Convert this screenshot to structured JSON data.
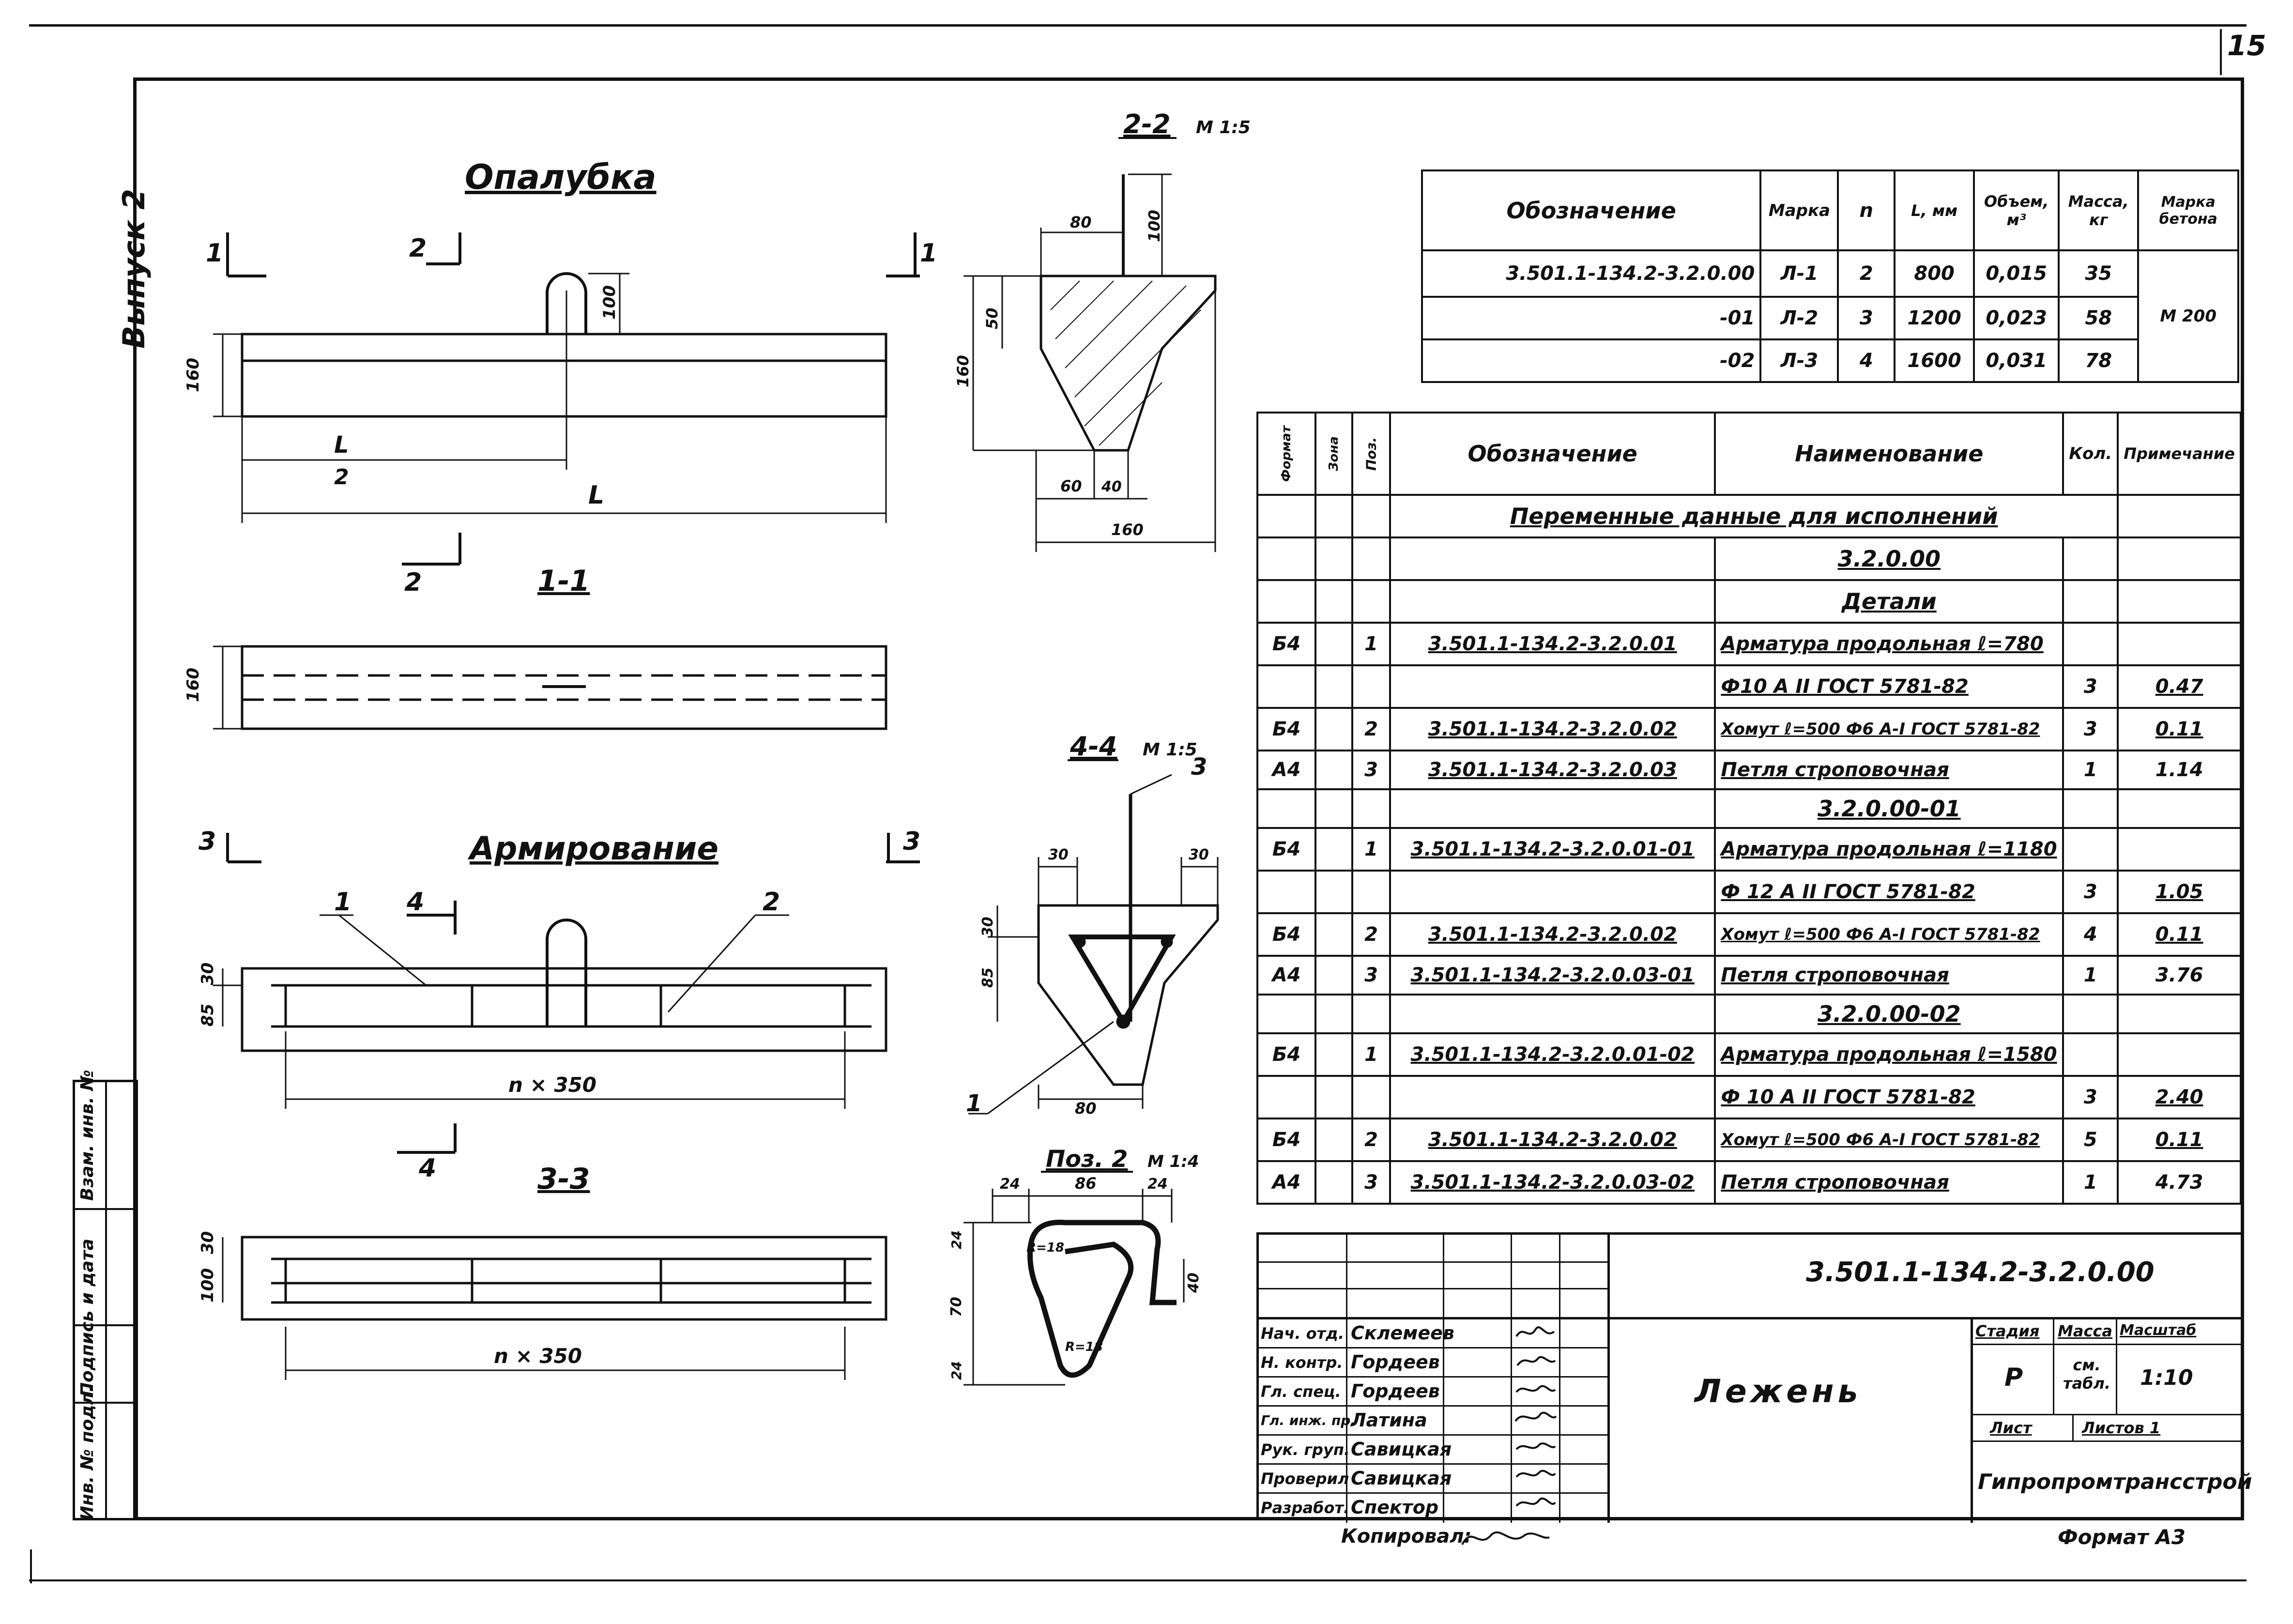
{
  "sheet": {
    "number": "15",
    "series_label": "Выпуск 2",
    "copied_by": "Копировал:",
    "format": "Формат А3"
  },
  "views": {
    "formwork_title": "Опалубка",
    "reinforcement_title": "Армирование",
    "section_1_1": "1-1",
    "section_2_2": "2-2",
    "section_2_2_scale": "М 1:5",
    "section_3_3": "3-3",
    "section_4_4": "4-4",
    "section_4_4_scale": "М 1:5",
    "pos2_title": "Поз. 2",
    "pos2_scale": "М 1:4",
    "dim_L": "L",
    "dim_L_half_num": "L",
    "dim_L_half_den": "2",
    "dim_100": "100",
    "dim_160": "160",
    "dim_n350": "n × 350",
    "dim_85": "85",
    "dim_30": "30",
    "dim_80": "80",
    "dim_50": "50",
    "dim_60": "60",
    "dim_40": "40",
    "dim_24": "24",
    "dim_86": "86",
    "dim_70": "70",
    "dim_R18": "R=18",
    "cut_1": "1",
    "cut_2": "2",
    "cut_3": "3",
    "cut_4": "4",
    "pos_1": "1",
    "pos_2": "2",
    "pos_3": "3"
  },
  "marks_table": {
    "headers": [
      "Обозначение",
      "Марка",
      "n",
      "L, мм",
      "Объем, м³",
      "Масса, кг",
      "Марка бетона"
    ],
    "rows": [
      [
        "3.501.1-134.2-3.2.0.00",
        "Л-1",
        "2",
        "800",
        "0,015",
        "35"
      ],
      [
        "-01",
        "Л-2",
        "3",
        "1200",
        "0,023",
        "58"
      ],
      [
        "-02",
        "Л-3",
        "4",
        "1600",
        "0,031",
        "78"
      ]
    ],
    "concrete_grade": "М 200"
  },
  "spec_table": {
    "headers": [
      "Формат",
      "Зона",
      "Поз.",
      "Обозначение",
      "Наименование",
      "Кол.",
      "Примечание"
    ],
    "variable_data_title": "Переменные данные для исполнений",
    "groups": [
      {
        "title": "3.2.0.00",
        "subtitle": "Детали",
        "rows": [
          [
            "Б4",
            "",
            "1",
            "3.501.1-134.2-3.2.0.01",
            "Арматура продольная ℓ=780",
            "",
            ""
          ],
          [
            "",
            "",
            "",
            "",
            "Ф10 А II ГОСТ 5781-82",
            "3",
            "0.47"
          ],
          [
            "Б4",
            "",
            "2",
            "3.501.1-134.2-3.2.0.02",
            "Хомут ℓ=500 Ф6 А-I ГОСТ 5781-82",
            "3",
            "0.11"
          ],
          [
            "А4",
            "",
            "3",
            "3.501.1-134.2-3.2.0.03",
            "Петля строповочная",
            "1",
            "1.14"
          ]
        ]
      },
      {
        "title": "3.2.0.00-01",
        "rows": [
          [
            "Б4",
            "",
            "1",
            "3.501.1-134.2-3.2.0.01-01",
            "Арматура продольная ℓ=1180",
            "",
            ""
          ],
          [
            "",
            "",
            "",
            "",
            "Ф 12 А II ГОСТ 5781-82",
            "3",
            "1.05"
          ],
          [
            "Б4",
            "",
            "2",
            "3.501.1-134.2-3.2.0.02",
            "Хомут ℓ=500 Ф6 А-I ГОСТ 5781-82",
            "4",
            "0.11"
          ],
          [
            "А4",
            "",
            "3",
            "3.501.1-134.2-3.2.0.03-01",
            "Петля строповочная",
            "1",
            "3.76"
          ]
        ]
      },
      {
        "title": "3.2.0.00-02",
        "rows": [
          [
            "Б4",
            "",
            "1",
            "3.501.1-134.2-3.2.0.01-02",
            "Арматура продольная ℓ=1580",
            "",
            ""
          ],
          [
            "",
            "",
            "",
            "",
            "Ф 10 А II ГОСТ 5781-82",
            "3",
            "2.40"
          ],
          [
            "Б4",
            "",
            "2",
            "3.501.1-134.2-3.2.0.02",
            "Хомут ℓ=500 Ф6 А-I ГОСТ 5781-82",
            "5",
            "0.11"
          ],
          [
            "А4",
            "",
            "3",
            "3.501.1-134.2-3.2.0.03-02",
            "Петля строповочная",
            "1",
            "4.73"
          ]
        ]
      }
    ]
  },
  "title_block": {
    "document_code": "3.501.1-134.2-3.2.0.00",
    "item_name": "Лежень",
    "stage_label": "Стадия",
    "stage_value": "Р",
    "mass_label": "Масса",
    "mass_value": "см. табл.",
    "scale_label": "Масштаб",
    "scale_value": "1:10",
    "sheet_label": "Лист",
    "sheets_label": "Листов 1",
    "organization": "Гипропромтрансстрой",
    "signatures": [
      {
        "role": "Нач. отд.",
        "name": "Склемеев"
      },
      {
        "role": "Н. контр.",
        "name": "Гордеев"
      },
      {
        "role": "Гл. спец.",
        "name": "Гордеев"
      },
      {
        "role": "Гл. инж. пр.",
        "name": "Латина"
      },
      {
        "role": "Рук. груп.",
        "name": "Савицкая"
      },
      {
        "role": "Проверил",
        "name": "Савицкая"
      },
      {
        "role": "Разработ.",
        "name": "Спектор"
      }
    ]
  },
  "side_stamp": {
    "fields": [
      "Инв. № подл.",
      "Подпись и дата",
      "Взам. инв. №"
    ]
  }
}
